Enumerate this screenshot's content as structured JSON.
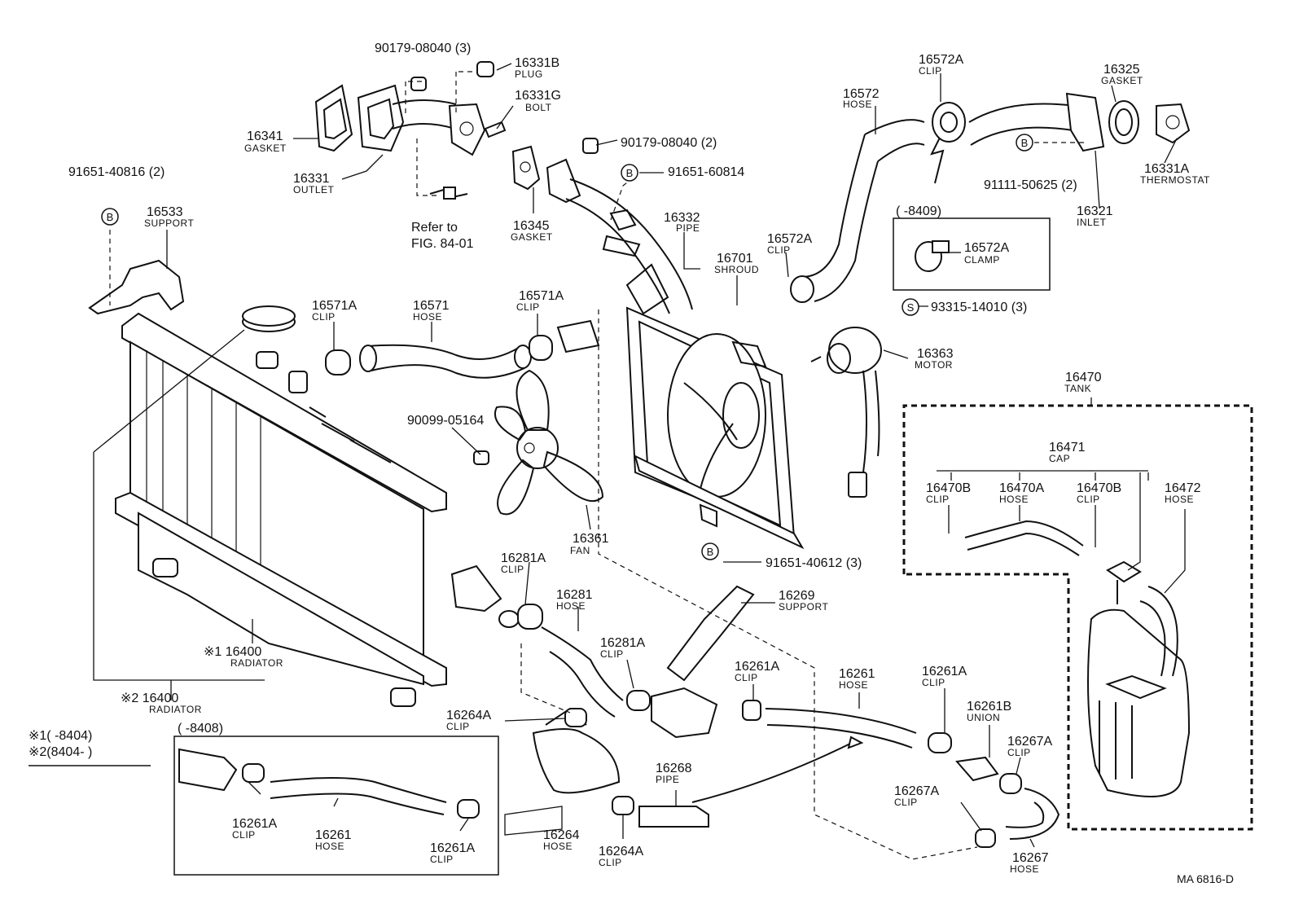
{
  "callouts": [
    {
      "id": "c1",
      "num": "90179-08040 (3)",
      "name": ""
    },
    {
      "id": "c2",
      "num": "16331B",
      "name": "PLUG"
    },
    {
      "id": "c3",
      "num": "16331G",
      "name": "BOLT"
    },
    {
      "id": "c4",
      "num": "16341",
      "name": "GASKET"
    },
    {
      "id": "c5",
      "num": "16331",
      "name": "OUTLET"
    },
    {
      "id": "c6",
      "num": "Refer to",
      "name": "FIG. 84-01"
    },
    {
      "id": "c7",
      "num": "90179-08040 (2)",
      "name": ""
    },
    {
      "id": "c8",
      "num": "91651-60814",
      "name": ""
    },
    {
      "id": "c9",
      "num": "16345",
      "name": "GASKET"
    },
    {
      "id": "c10",
      "num": "16332",
      "name": "PIPE"
    },
    {
      "id": "c11",
      "num": "16701",
      "name": "SHROUD"
    },
    {
      "id": "c12",
      "num": "16572",
      "name": "HOSE"
    },
    {
      "id": "c13",
      "num": "16572A",
      "name": "CLIP"
    },
    {
      "id": "c14",
      "num": "16325",
      "name": "GASKET"
    },
    {
      "id": "c15",
      "num": "16331A",
      "name": "THERMOSTAT"
    },
    {
      "id": "c16",
      "num": "91111-50625 (2)",
      "name": ""
    },
    {
      "id": "c17",
      "num": "16321",
      "name": "INLET"
    },
    {
      "id": "c18",
      "num": "16572A",
      "name": "CLIP"
    },
    {
      "id": "c19",
      "num": "16572A",
      "name": "CLAMP"
    },
    {
      "id": "c20",
      "num": "91651-40816 (2)",
      "name": ""
    },
    {
      "id": "c21",
      "num": "16533",
      "name": "SUPPORT"
    },
    {
      "id": "c22",
      "num": "16571A",
      "name": "CLIP"
    },
    {
      "id": "c23",
      "num": "16571",
      "name": "HOSE"
    },
    {
      "id": "c24",
      "num": "16571A",
      "name": "CLIP"
    },
    {
      "id": "c25",
      "num": "93315-14010 (3)",
      "name": ""
    },
    {
      "id": "c26",
      "num": "16363",
      "name": "MOTOR"
    },
    {
      "id": "c27",
      "num": "16470",
      "name": "TANK"
    },
    {
      "id": "c28",
      "num": "90099-05164",
      "name": ""
    },
    {
      "id": "c29",
      "num": "16471",
      "name": "CAP"
    },
    {
      "id": "c30",
      "num": "16470B",
      "name": "CLIP"
    },
    {
      "id": "c31",
      "num": "16470A",
      "name": "HOSE"
    },
    {
      "id": "c32",
      "num": "16470B",
      "name": "CLIP"
    },
    {
      "id": "c33",
      "num": "16472",
      "name": "HOSE"
    },
    {
      "id": "c34",
      "num": "16361",
      "name": "FAN"
    },
    {
      "id": "c35",
      "num": "91651-40612 (3)",
      "name": ""
    },
    {
      "id": "c36",
      "num": "16281A",
      "name": "CLIP"
    },
    {
      "id": "c37",
      "num": "16281",
      "name": "HOSE"
    },
    {
      "id": "c38",
      "num": "16269",
      "name": "SUPPORT"
    },
    {
      "id": "c39",
      "num": "16281A",
      "name": "CLIP"
    },
    {
      "id": "c40",
      "num": "16261A",
      "name": "CLIP"
    },
    {
      "id": "c41",
      "num": "16261",
      "name": "HOSE"
    },
    {
      "id": "c42",
      "num": "16261A",
      "name": "CLIP"
    },
    {
      "id": "c43",
      "num": "16261B",
      "name": "UNION"
    },
    {
      "id": "c44",
      "num": "16267A",
      "name": "CLIP"
    },
    {
      "id": "c45",
      "num": "16267A",
      "name": "CLIP"
    },
    {
      "id": "c46",
      "num": "※1 16400",
      "name": "RADIATOR"
    },
    {
      "id": "c47",
      "num": "※2 16400",
      "name": "RADIATOR"
    },
    {
      "id": "c48",
      "num": "16264A",
      "name": "CLIP"
    },
    {
      "id": "c49",
      "num": "16268",
      "name": "PIPE"
    },
    {
      "id": "c50",
      "num": "16261A",
      "name": "CLIP"
    },
    {
      "id": "c51",
      "num": "16261",
      "name": "HOSE"
    },
    {
      "id": "c52",
      "num": "16261A",
      "name": "CLIP"
    },
    {
      "id": "c53",
      "num": "16264",
      "name": "HOSE"
    },
    {
      "id": "c54",
      "num": "16264A",
      "name": "CLIP"
    },
    {
      "id": "c55",
      "num": "16267",
      "name": "HOSE"
    }
  ],
  "markers": {
    "b": "B",
    "s": "S"
  },
  "boxes": {
    "clamp_range": "(      -8409)",
    "lower_range": "(      -8408)"
  },
  "legend": {
    "line1": "※1(      -8404)",
    "line2": "※2(8404-        )"
  },
  "figure_code": "MA  6816-D"
}
